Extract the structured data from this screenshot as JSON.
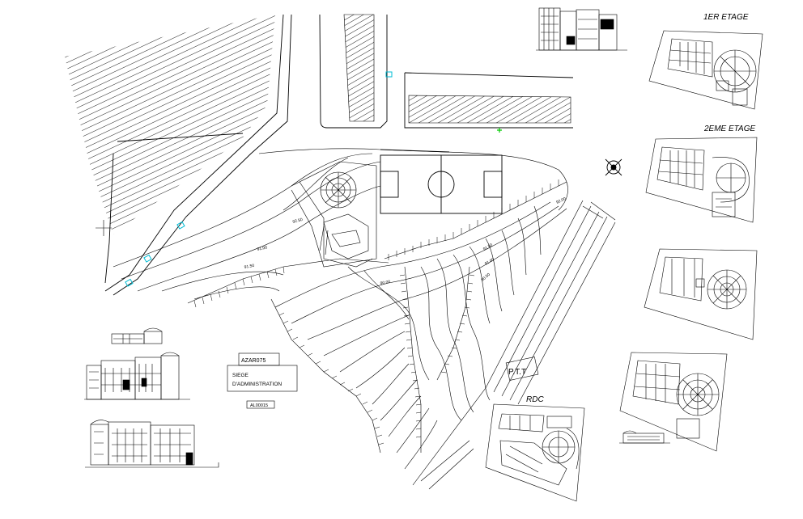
{
  "sheet": {
    "labels": {
      "floor1": "1ER ETAGE",
      "floor2": "2EME ETAGE",
      "ground": "RDC",
      "ptt": "P.T.T"
    },
    "title_block": {
      "line1": "AZAR075",
      "line2": "SIEGE",
      "line3": "D'ADMINISTRATION",
      "code": "AL00015"
    },
    "spot_levels": [
      "92.50",
      "91.00",
      "91.50",
      "90.00",
      "91.50",
      "90.50",
      "92.00",
      "91.00"
    ],
    "colors": {
      "linework": "#000000",
      "markers": "#00bcd4",
      "survey_point": "#00cc00"
    }
  }
}
